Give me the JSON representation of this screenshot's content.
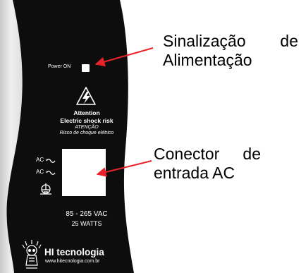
{
  "panel": {
    "power_on": "Power ON",
    "attention": "Attention",
    "electric_shock": "Electric shock risk",
    "atencao": "ATENÇÃO",
    "risco": "Risco de choque elétrico",
    "ac_label": "AC ~",
    "voltage": "85 - 265 VAC",
    "watts": "25 WATTS",
    "brand": "HI tecnologia",
    "website": "www.hitecnologia.com.br"
  },
  "callouts": {
    "power": {
      "line1_a": "Sinalização",
      "line1_b": "de",
      "line2": "Alimentação"
    },
    "connector": {
      "line1_a": "Conector",
      "line1_b": "de",
      "line2": "entrada AC"
    }
  },
  "colors": {
    "panel": "#0d0d0d",
    "arrow": "#e8242a",
    "label": "#ffffff"
  }
}
